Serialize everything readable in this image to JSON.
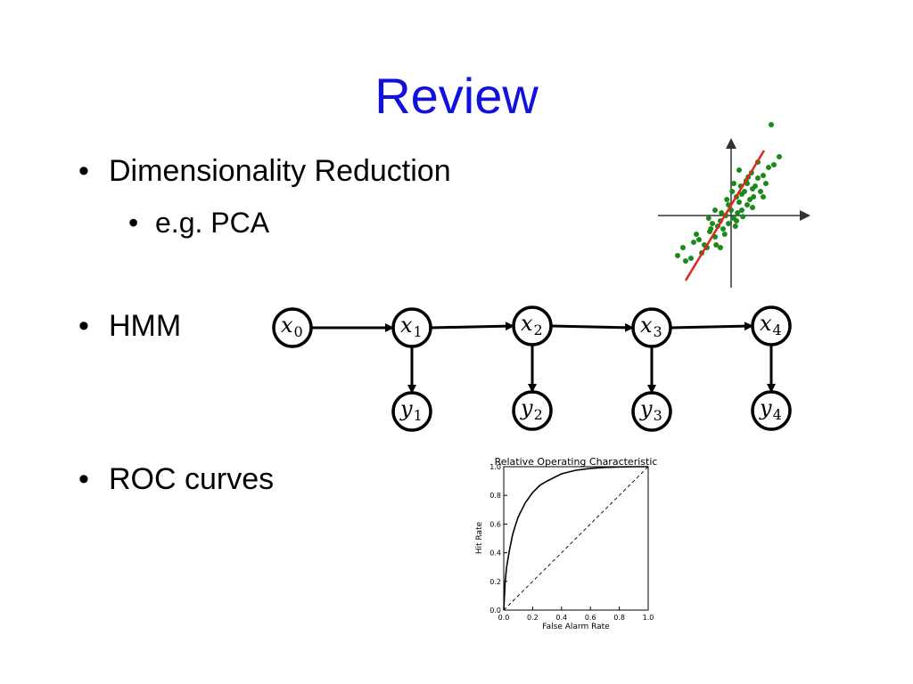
{
  "slide": {
    "title": "Review",
    "bullets": [
      {
        "text": "Dimensionality Reduction",
        "level": 1
      },
      {
        "text": "e.g. PCA",
        "level": 2
      },
      {
        "text": "HMM",
        "level": 1
      },
      {
        "text": "ROC curves",
        "level": 1
      }
    ],
    "bullet_glyph": "•"
  },
  "hmm": {
    "x_nodes": [
      {
        "var": "x",
        "idx": "0"
      },
      {
        "var": "x",
        "idx": "1"
      },
      {
        "var": "x",
        "idx": "2"
      },
      {
        "var": "x",
        "idx": "3"
      },
      {
        "var": "x",
        "idx": "4"
      }
    ],
    "y_nodes": [
      {
        "var": "y",
        "idx": "1"
      },
      {
        "var": "y",
        "idx": "2"
      },
      {
        "var": "y",
        "idx": "3"
      },
      {
        "var": "y",
        "idx": "4"
      }
    ]
  },
  "chart_data": [
    {
      "type": "scatter",
      "title": "",
      "xlabel": "",
      "ylabel": "",
      "point_color": "#1a8a1a",
      "line_color": "#e0281e",
      "points": [
        [
          -0.05,
          0.2
        ],
        [
          0.1,
          0.35
        ],
        [
          -0.2,
          -0.1
        ],
        [
          0.3,
          0.6
        ],
        [
          -0.4,
          -0.3
        ],
        [
          0.2,
          0.1
        ],
        [
          0.05,
          -0.05
        ],
        [
          -0.1,
          0.0
        ],
        [
          0.4,
          0.5
        ],
        [
          -0.3,
          -0.4
        ],
        [
          0.15,
          0.25
        ],
        [
          -0.25,
          -0.2
        ],
        [
          0.35,
          0.3
        ],
        [
          -0.15,
          -0.25
        ],
        [
          0.25,
          0.45
        ],
        [
          0.5,
          0.7
        ],
        [
          -0.5,
          -0.55
        ],
        [
          0.0,
          0.1
        ],
        [
          -0.35,
          -0.15
        ],
        [
          0.45,
          0.55
        ],
        [
          0.1,
          -0.1
        ],
        [
          -0.05,
          -0.15
        ],
        [
          0.2,
          0.4
        ],
        [
          -0.45,
          -0.6
        ],
        [
          0.3,
          0.2
        ],
        [
          0.6,
          0.75
        ],
        [
          -0.6,
          -0.45
        ],
        [
          0.12,
          0.05
        ],
        [
          -0.18,
          0.05
        ],
        [
          0.28,
          0.65
        ],
        [
          -0.7,
          -0.5
        ],
        [
          0.55,
          0.45
        ],
        [
          -0.08,
          0.3
        ],
        [
          0.08,
          -0.2
        ],
        [
          0.38,
          0.8
        ],
        [
          -0.28,
          -0.55
        ],
        [
          0.18,
          0.55
        ],
        [
          -0.38,
          -0.25
        ],
        [
          0.65,
          0.6
        ],
        [
          -0.55,
          -0.7
        ],
        [
          0.02,
          0.45
        ],
        [
          -0.12,
          -0.35
        ],
        [
          0.42,
          0.35
        ],
        [
          -0.65,
          -0.35
        ],
        [
          0.22,
          -0.02
        ],
        [
          0.7,
          0.9
        ],
        [
          -0.75,
          -0.8
        ],
        [
          0.32,
          0.72
        ],
        [
          -0.42,
          -0.05
        ],
        [
          0.5,
          1.0
        ],
        [
          -0.2,
          -0.6
        ],
        [
          0.6,
          0.35
        ],
        [
          0.15,
          0.85
        ],
        [
          -0.9,
          -0.6
        ],
        [
          0.8,
          0.95
        ],
        [
          -0.85,
          -0.85
        ],
        [
          0.4,
          0.15
        ],
        [
          -0.3,
          0.1
        ],
        [
          0.9,
          1.1
        ],
        [
          0.75,
          1.7
        ],
        [
          -1.0,
          -0.75
        ],
        [
          0.05,
          0.6
        ]
      ],
      "fit_line": {
        "x": [
          -0.85,
          0.7
        ],
        "y": [
          -1.05,
          1.05
        ]
      }
    },
    {
      "type": "line",
      "title": "Relative Operating Characteristic",
      "xlabel": "False Alarm Rate",
      "ylabel": "Hit Rate",
      "xlim": [
        0,
        1
      ],
      "ylim": [
        0,
        1
      ],
      "x_ticks": [
        "0.0",
        "0.2",
        "0.4",
        "0.6",
        "0.8",
        "1.0"
      ],
      "y_ticks": [
        "0.0",
        "0.2",
        "0.4",
        "0.6",
        "0.8",
        "1.0"
      ],
      "grid": false,
      "series": [
        {
          "style": "solid",
          "x": [
            0.0,
            0.01,
            0.02,
            0.04,
            0.06,
            0.08,
            0.1,
            0.15,
            0.2,
            0.25,
            0.3,
            0.4,
            0.5,
            0.6,
            0.7,
            0.8,
            0.9,
            1.0
          ],
          "y": [
            0.0,
            0.2,
            0.3,
            0.42,
            0.52,
            0.59,
            0.65,
            0.75,
            0.82,
            0.87,
            0.9,
            0.95,
            0.975,
            0.988,
            0.995,
            0.998,
            1.0,
            1.0
          ]
        },
        {
          "style": "dashed",
          "x": [
            0.0,
            1.0
          ],
          "y": [
            0.0,
            1.0
          ]
        }
      ]
    }
  ]
}
